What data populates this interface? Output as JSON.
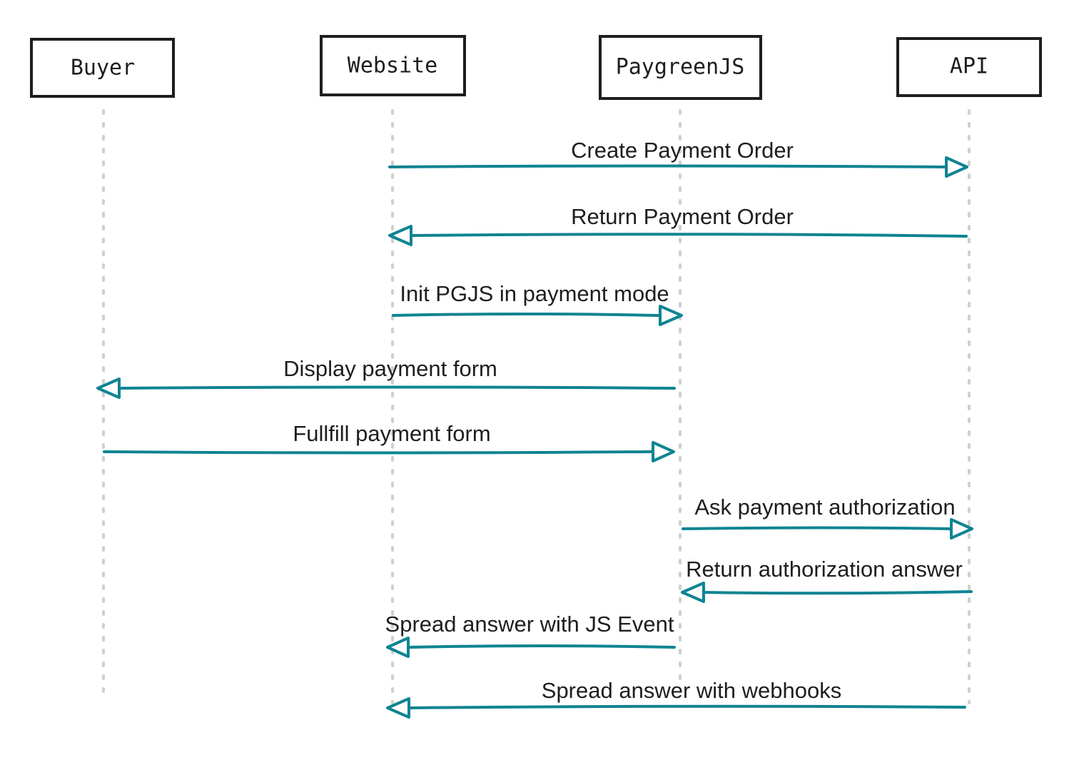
{
  "participants": [
    {
      "id": "buyer",
      "label": "Buyer"
    },
    {
      "id": "website",
      "label": "Website"
    },
    {
      "id": "paygreenjs",
      "label": "PaygreenJS"
    },
    {
      "id": "api",
      "label": "API"
    }
  ],
  "messages": [
    {
      "label": "Create Payment Order",
      "from": "website",
      "to": "api"
    },
    {
      "label": "Return Payment Order",
      "from": "api",
      "to": "website"
    },
    {
      "label": "Init PGJS in payment mode",
      "from": "website",
      "to": "paygreenjs"
    },
    {
      "label": "Display payment form",
      "from": "paygreenjs",
      "to": "buyer"
    },
    {
      "label": "Fullfill payment form",
      "from": "buyer",
      "to": "paygreenjs"
    },
    {
      "label": "Ask payment authorization",
      "from": "paygreenjs",
      "to": "api"
    },
    {
      "label": "Return authorization answer",
      "from": "api",
      "to": "paygreenjs"
    },
    {
      "label": "Spread answer with JS Event",
      "from": "paygreenjs",
      "to": "website"
    },
    {
      "label": "Spread answer with webhooks",
      "from": "api",
      "to": "website"
    }
  ],
  "colors": {
    "arrow": "#0f8491",
    "box_border": "#1e1e1e",
    "lifeline": "#cfcfcf",
    "text": "#1e1e1e"
  }
}
